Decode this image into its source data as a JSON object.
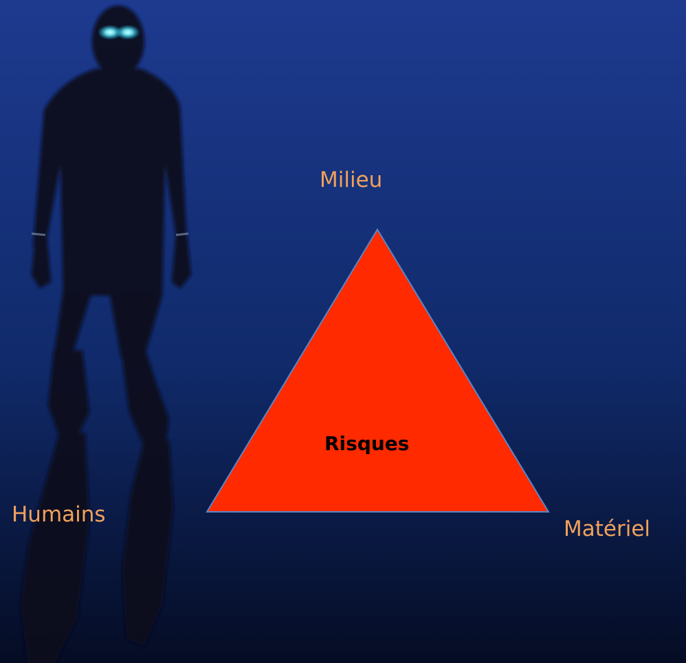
{
  "diagram": {
    "center_label": "Risques",
    "vertices": {
      "top": "Milieu",
      "left": "Humains",
      "right": "Matériel"
    }
  },
  "colors": {
    "background_top": "#1d3a8f",
    "background_bottom": "#050c24",
    "triangle_fill": "#ff2a00",
    "triangle_stroke": "#5b86c8",
    "vertex_label": "#f0a15c",
    "center_label": "#000000",
    "diver_eyes": "#7cf3ff"
  }
}
